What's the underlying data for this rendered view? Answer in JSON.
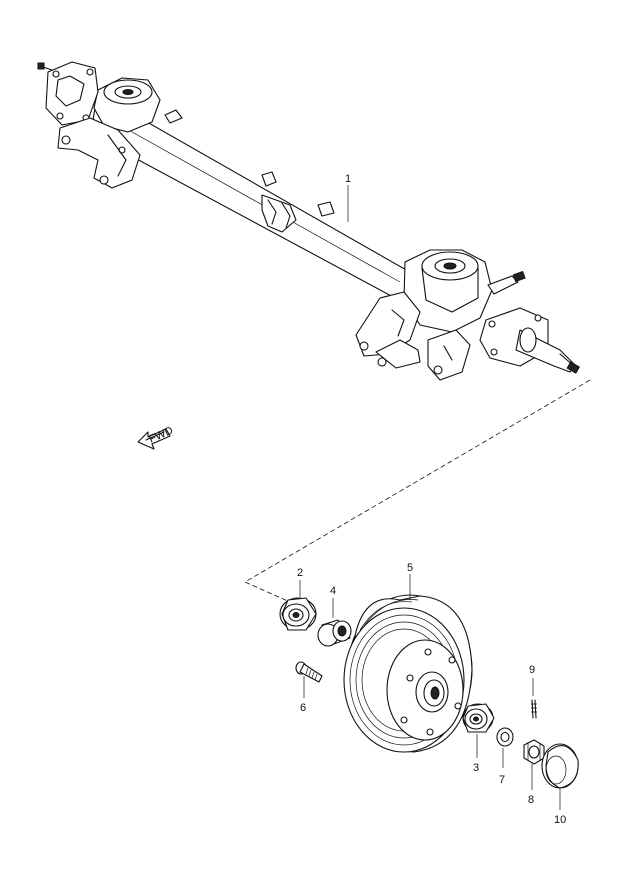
{
  "diagram": {
    "arrow_label": "FWD",
    "callouts": {
      "p1": "1",
      "p2": "2",
      "p3": "3",
      "p4": "4",
      "p5": "5",
      "p6": "6",
      "p7": "7",
      "p8": "8",
      "p9": "9",
      "p10": "10"
    }
  }
}
